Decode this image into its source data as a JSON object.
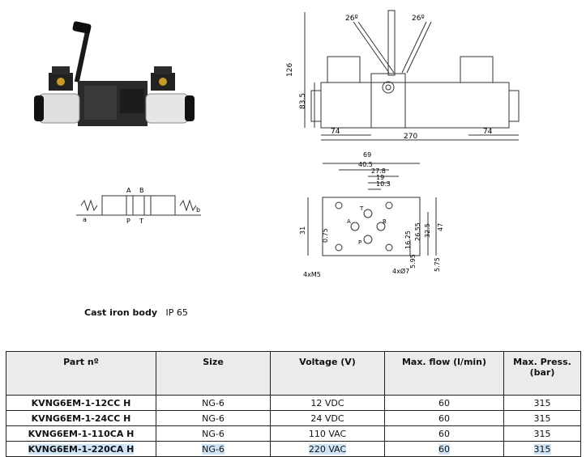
{
  "drawing": {
    "front_view": {
      "angle_left": "26º",
      "angle_right": "26º",
      "dim_height_total": "126",
      "dim_height_body": "83.5",
      "dim_left": "74",
      "dim_overall": "270",
      "dim_right": "74"
    },
    "port_face": {
      "dim_69": "69",
      "dim_40_5": "40.5",
      "dim_27_8": "27.8",
      "dim_19": "19",
      "dim_10_3": "10.3",
      "dim_31": "31",
      "dim_0_75": "0.75",
      "dim_16_25": "16.25",
      "dim_26_55": "26.55",
      "dim_32_5": "32.5",
      "dim_47": "47",
      "dim_5_95": "5.95",
      "dim_5_75": "5.75",
      "thread_label": "4xM5",
      "hole_label": "4xØ7",
      "port_t": "T",
      "port_a": "A",
      "port_b": "B",
      "port_p": "P"
    },
    "symbol": {
      "top_a": "A",
      "top_b": "B",
      "bottom_p": "P",
      "bottom_t": "T",
      "side_a": "a",
      "side_b": "b"
    }
  },
  "caption": {
    "body": "Cast iron body",
    "rating": "IP 65"
  },
  "table": {
    "headers": [
      "Part nº",
      "Size",
      "Voltage (V)",
      "Max. flow (l/min)",
      "Max. Press. (bar)"
    ],
    "rows": [
      [
        "KVNG6EM-1-12CC H",
        "NG-6",
        "12 VDC",
        "60",
        "315"
      ],
      [
        "KVNG6EM-1-24CC H",
        "NG-6",
        "24 VDC",
        "60",
        "315"
      ],
      [
        "KVNG6EM-1-110CA H",
        "NG-6",
        "110 VAC",
        "60",
        "315"
      ],
      [
        "KVNG6EM-1-220CA H",
        "NG-6",
        "220 VAC",
        "60",
        "315"
      ]
    ],
    "highlight_color": "#cde4f7"
  }
}
